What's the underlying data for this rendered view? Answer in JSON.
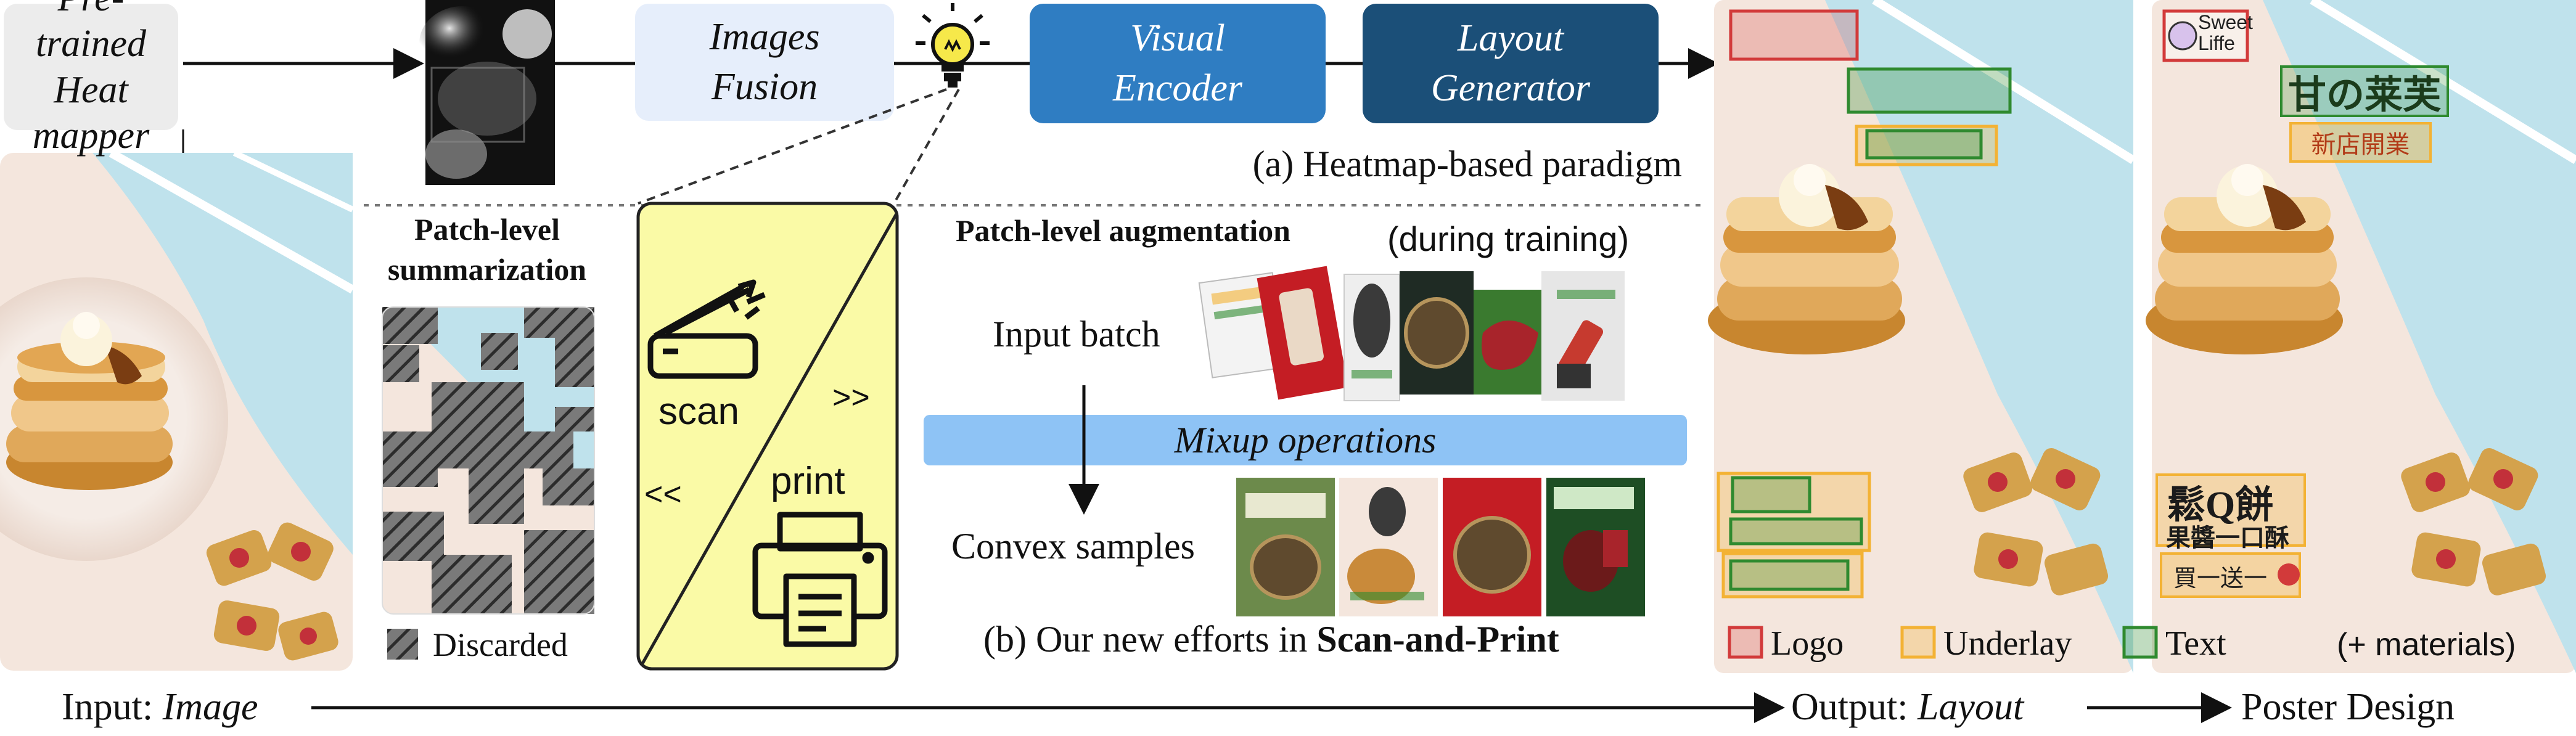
{
  "colors": {
    "heatmapper_box": "#ececec",
    "fusion_box": "#e6eefb",
    "visual_encoder": "#2f7dc2",
    "layout_generator": "#1b4f78",
    "mixup_bar": "#8ec3f5",
    "scanprint_bg": "#fafaa6",
    "poster_bg_pink": "#f3e5dc",
    "poster_bg_blue": "#bfe2ec",
    "logo": "#d23a3a",
    "underlay": "#f3b234",
    "text": "#2f8a2f"
  },
  "top_row": {
    "heat_mapper_label": "Pre-trained\nHeat mapper",
    "heatmap_image_icon": "heatmap-thumbnail",
    "images_fusion_label": "Images\nFusion",
    "bulb_icon": "lightbulb-icon",
    "visual_encoder_label": "Visual\nEncoder",
    "layout_generator_label": "Layout\nGenerator",
    "paradigm_caption": "(a) Heatmap-based paradigm"
  },
  "summarization": {
    "title": "Patch-level\nsummarization",
    "legend_label": "Discarded"
  },
  "scan_print": {
    "scan_label": "scan",
    "print_label": "print",
    "forward_arrow": ">>",
    "backward_arrow": "<<",
    "scanner_icon": "scanner-icon",
    "printer_icon": "printer-icon"
  },
  "augmentation": {
    "title": "Patch-level augmentation",
    "note": "(during training)",
    "input_batch_label": "Input batch",
    "mixup_label": "Mixup operations",
    "convex_label": "Convex samples",
    "caption_prefix": "(b) Our new efforts in ",
    "caption_bold": "Scan-and-Print"
  },
  "output_poster": {
    "logo_text": "Sweet\nLiffe",
    "title_text": "甘の莱芙",
    "subtitle_text": "新店開業",
    "product_text": "鬆Q餅",
    "product_sub": "果醬一口酥",
    "promo_text": "買一送一"
  },
  "legend": {
    "logo_label": "Logo",
    "underlay_label": "Underlay",
    "text_label": "Text",
    "materials_note": "(+ materials)"
  },
  "bottom_axis": {
    "input_prefix": "Input: ",
    "input_italic": "Image",
    "output_prefix": "Output: ",
    "output_italic": "Layout",
    "poster_label": "Poster Design"
  }
}
